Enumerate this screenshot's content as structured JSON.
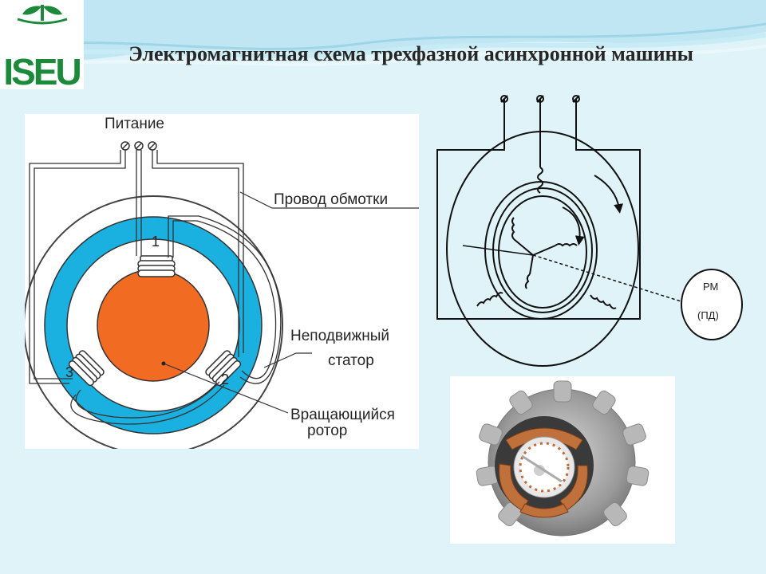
{
  "header": {
    "title": "Электромагнитная схема трехфазной асинхронной машины",
    "logo_text": "ISEU"
  },
  "left_diagram": {
    "label_power": "Питание",
    "label_winding_wire": "Провод обмотки",
    "label_stator_line1": "Неподвижный",
    "label_stator_line2": "статор",
    "label_rotor_line1": "Вращающийся",
    "label_rotor_line2": "ротор",
    "coil_1": "1",
    "coil_2": "2",
    "coil_3": "3"
  },
  "right_diagram": {
    "label_rm": "РМ",
    "label_pd": "(ПД)"
  },
  "colors": {
    "background": "#dff3f8",
    "stator": "#1ab0e0",
    "rotor": "#f26b22",
    "logo_green": "#1c8a3a"
  }
}
